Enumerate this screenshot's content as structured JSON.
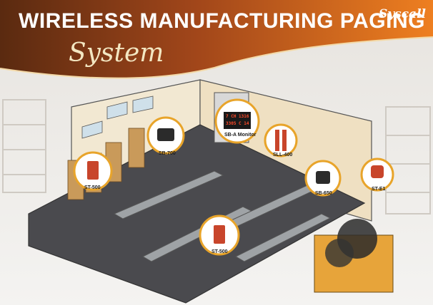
{
  "header": {
    "title": "WIRELESS MANUFACTURING PAGING",
    "subtitle": "System",
    "logo": "Syscall"
  },
  "devices": [
    {
      "id": "sb700",
      "label": "SB-700"
    },
    {
      "id": "monitor",
      "label": "SB-A Monitor"
    },
    {
      "id": "sl400",
      "label": "SLL-400"
    },
    {
      "id": "st500a",
      "label": "ST-500"
    },
    {
      "id": "sb650",
      "label": "SB-650"
    },
    {
      "id": "ste1",
      "label": "ST-E1"
    },
    {
      "id": "st500b",
      "label": "ST-500"
    }
  ],
  "monitor_display": {
    "line1": "7 CH 1316",
    "line2": "3305 C 14"
  },
  "colors": {
    "brand_orange": "#e8741e",
    "brand_dark": "#8a3a14",
    "callout_gold": "#e8a42a",
    "floor": "#4a4a4e",
    "wall": "#f1e6cf",
    "device_red": "#c8452b"
  }
}
